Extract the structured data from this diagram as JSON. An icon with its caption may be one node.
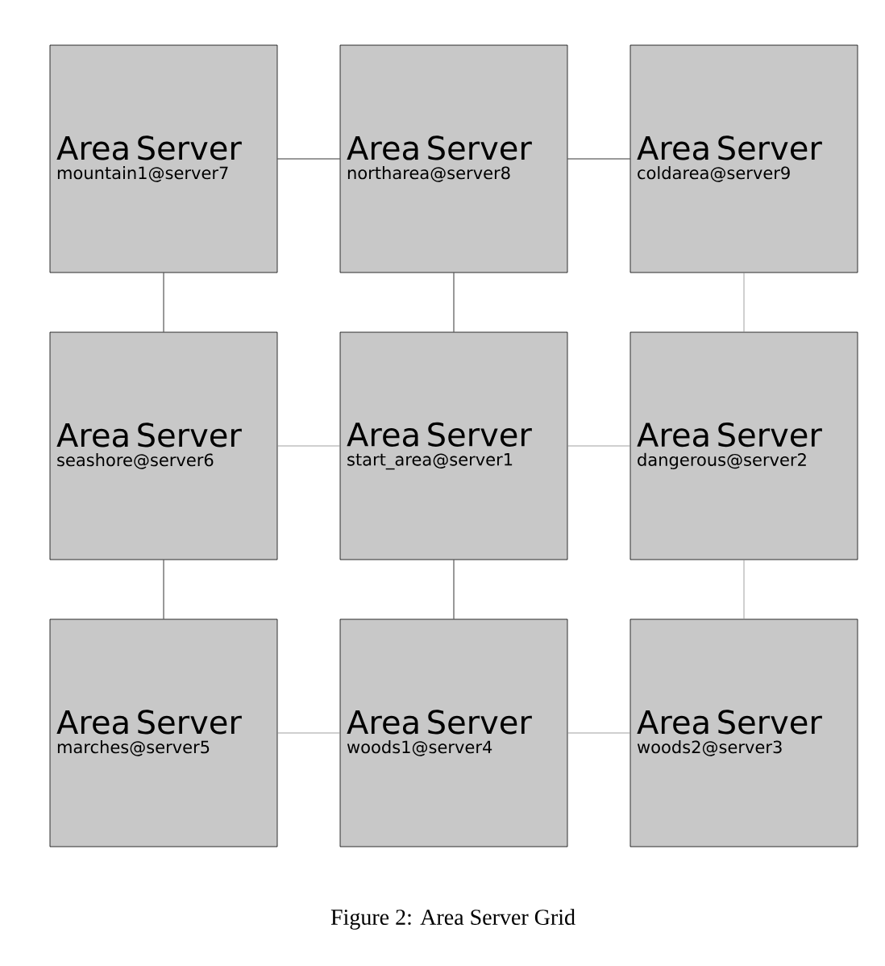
{
  "diagram": {
    "caption": "Figure 2: Area Server Grid",
    "nodes": [
      {
        "text": [
          "Area Server",
          "mountain1@server7"
        ]
      },
      {
        "text": [
          "Area Server",
          "northarea@server8"
        ]
      },
      {
        "text": [
          "Area Server",
          "coldarea@server9"
        ]
      },
      {
        "text": [
          "Area Server",
          "seashore@server6"
        ]
      },
      {
        "text": [
          "Area Server",
          "start_area@server1"
        ]
      },
      {
        "text": [
          "Area Server",
          "dangerous@server2"
        ]
      },
      {
        "text": [
          "Area Server",
          "marches@server5"
        ]
      },
      {
        "text": [
          "Area Server",
          "woods1@server4"
        ]
      },
      {
        "text": [
          "Area Server",
          "woods2@server3"
        ]
      }
    ],
    "edges": [
      {
        "from": 0,
        "to": 1,
        "arrow": "none"
      },
      {
        "from": 1,
        "to": 2,
        "arrow": "none"
      },
      {
        "from": 0,
        "to": 3,
        "arrow": "none"
      },
      {
        "from": 1,
        "to": 4,
        "arrow": "none"
      },
      {
        "from": 2,
        "to": 5,
        "arrow": "none",
        "color": "#888888"
      },
      {
        "from": 3,
        "to": 4,
        "arrow": "none",
        "color": "#888888"
      },
      {
        "from": 4,
        "to": 5,
        "arrow": "none",
        "color": "#888888"
      },
      {
        "from": 3,
        "to": 6,
        "arrow": "none"
      },
      {
        "from": 4,
        "to": 7,
        "arrow": "none"
      },
      {
        "from": 5,
        "to": 8,
        "arrow": "none",
        "color": "#888888"
      },
      {
        "from": 6,
        "to": 7,
        "arrow": "none",
        "color": "#888888"
      },
      {
        "from": 7,
        "to": 8,
        "arrow": "none",
        "color": "#888888"
      }
    ]
  }
}
